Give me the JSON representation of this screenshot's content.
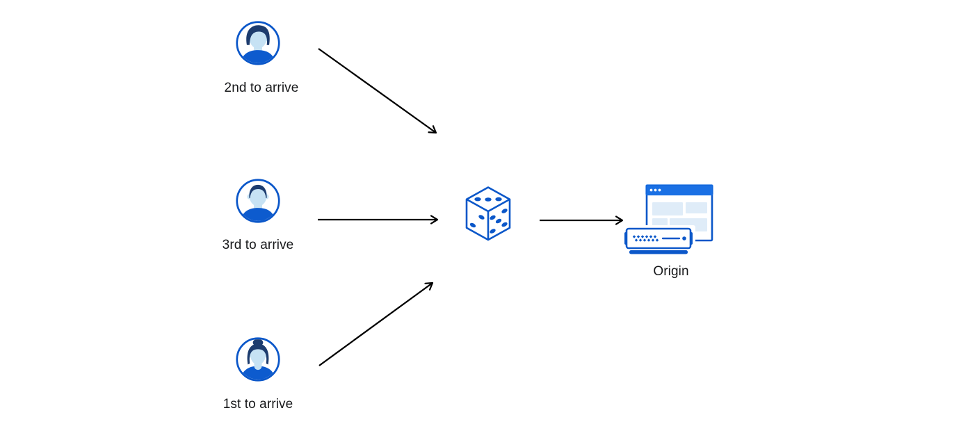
{
  "diagram": {
    "description": "Three clients arriving in different order send requests through a random (dice) selector to a single origin server",
    "colors": {
      "primary_blue": "#0b57c9",
      "titlebar_blue": "#1a70e4",
      "panel_light_blue": "#dfecf8",
      "face_blue": "#c6e2f4",
      "face_shadow_blue": "#aed3ec",
      "hair_navy": "#1d3c6e",
      "shirt_blue": "#0d5bce",
      "arrow_black": "#000000",
      "label_text": "#17181a",
      "background": "#ffffff"
    },
    "nodes": {
      "client_top": {
        "label": "2nd to arrive",
        "icon": "man-wavy-hair-avatar-icon"
      },
      "client_middle": {
        "label": "3rd to arrive",
        "icon": "man-short-hair-avatar-icon"
      },
      "client_bottom": {
        "label": "1st to arrive",
        "icon": "woman-bun-hair-avatar-icon"
      },
      "selector": {
        "icon": "dice-icon"
      },
      "origin": {
        "label": "Origin",
        "icon": "browser-and-server-icon"
      }
    },
    "edges": [
      {
        "from": "client_top",
        "to": "selector"
      },
      {
        "from": "client_middle",
        "to": "selector"
      },
      {
        "from": "client_bottom",
        "to": "selector"
      },
      {
        "from": "selector",
        "to": "origin"
      }
    ]
  }
}
